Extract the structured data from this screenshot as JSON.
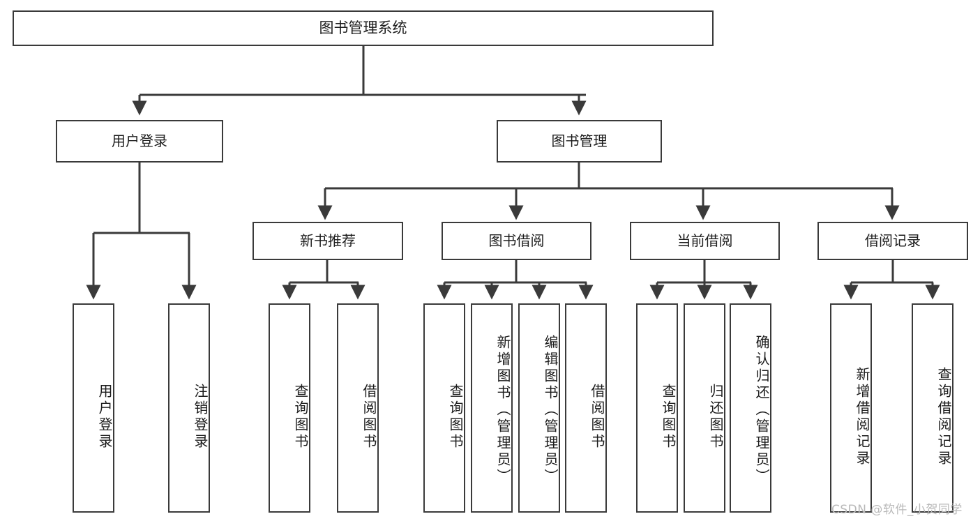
{
  "diagram": {
    "title": "图书管理系统",
    "type": "hierarchy-tree",
    "root": {
      "label": "图书管理系统",
      "children": [
        {
          "label": "用户登录",
          "children": [
            {
              "label": "用户登录"
            },
            {
              "label": "注销登录"
            }
          ]
        },
        {
          "label": "图书管理",
          "children": [
            {
              "label": "新书推荐",
              "children": [
                {
                  "label": "查询图书"
                },
                {
                  "label": "借阅图书"
                }
              ]
            },
            {
              "label": "图书借阅",
              "children": [
                {
                  "label": "查询图书"
                },
                {
                  "label": "新增图书（管理员）"
                },
                {
                  "label": "编辑图书（管理员）"
                },
                {
                  "label": "借阅图书"
                }
              ]
            },
            {
              "label": "当前借阅",
              "children": [
                {
                  "label": "查询图书"
                },
                {
                  "label": "归还图书"
                },
                {
                  "label": "确认归还（管理员）"
                }
              ]
            },
            {
              "label": "借阅记录",
              "children": [
                {
                  "label": "新增借阅记录"
                },
                {
                  "label": "查询借阅记录"
                }
              ]
            }
          ]
        }
      ]
    }
  },
  "nodes": {
    "root": "图书管理系统",
    "user_login": "用户登录",
    "book_manage": "图书管理",
    "new_book_rec": "新书推荐",
    "book_borrow": "图书借阅",
    "current_borrow": "当前借阅",
    "borrow_record": "借阅记录",
    "leaf_user_login": "用户登录",
    "leaf_logout": "注销登录",
    "leaf_query_book_1": "查询图书",
    "leaf_borrow_book_1": "借阅图书",
    "leaf_query_book_2": "查询图书",
    "leaf_add_book": "新增图书（管理员）",
    "leaf_edit_book": "编辑图书（管理员）",
    "leaf_borrow_book_2": "借阅图书",
    "leaf_query_book_3": "查询图书",
    "leaf_return_book": "归还图书",
    "leaf_confirm_return": "确认归还（管理员）",
    "leaf_add_record": "新增借阅记录",
    "leaf_query_record": "查询借阅记录"
  },
  "watermark": {
    "text": "CSDN @软件_小贺同学"
  },
  "colors": {
    "stroke": "#3a3a3a",
    "fill": "#ffffff",
    "text": "#1c1c1c",
    "watermark": "#b9b9b9"
  }
}
